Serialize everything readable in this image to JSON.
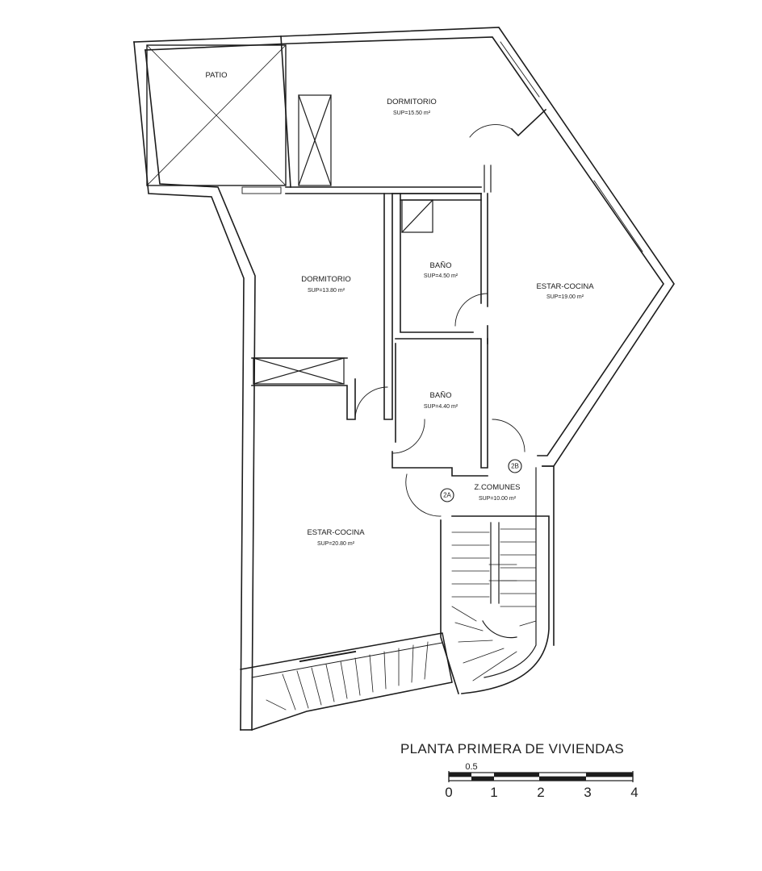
{
  "plan": {
    "title": "PLANTA PRIMERA DE VIVIENDAS",
    "rooms": [
      {
        "name": "PATIO",
        "area": ""
      },
      {
        "name": "DORMITORIO",
        "area": "SUP=15.50 m²"
      },
      {
        "name": "DORMITORIO",
        "area": "SUP=13.80 m²"
      },
      {
        "name": "BAÑO",
        "area": "SUP=4.50 m²"
      },
      {
        "name": "ESTAR-COCINA",
        "area": "SUP=19.00 m²"
      },
      {
        "name": "BAÑO",
        "area": "SUP=4.40 m²"
      },
      {
        "name": "Z.COMUNES",
        "area": "SUP=10.00 m²"
      },
      {
        "name": "ESTAR-COCINA",
        "area": "SUP=20.80 m²"
      }
    ],
    "units": [
      "2A",
      "2B"
    ],
    "scale": {
      "half_label": "0.5",
      "labels": [
        "0",
        "1",
        "2",
        "3",
        "4"
      ]
    }
  }
}
